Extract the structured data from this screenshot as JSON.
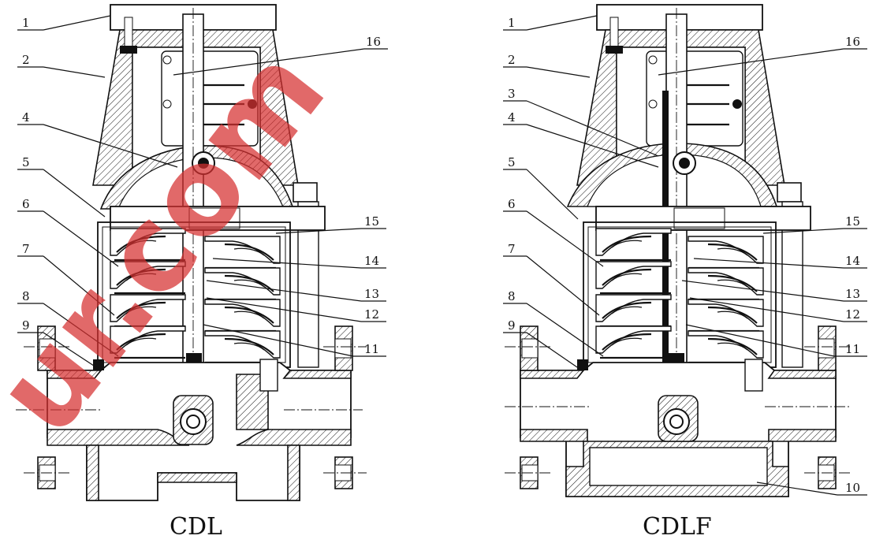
{
  "drawings": [
    {
      "caption": "CDL",
      "labels_left": [
        "1",
        "2",
        "4",
        "5",
        "6",
        "7",
        "8",
        "9"
      ],
      "labels_right": [
        "16",
        "15",
        "14",
        "13",
        "12",
        "11"
      ]
    },
    {
      "caption": "CDLF",
      "labels_left": [
        "1",
        "2",
        "3",
        "4",
        "5",
        "6",
        "7",
        "8",
        "9"
      ],
      "labels_right": [
        "16",
        "15",
        "14",
        "13",
        "12",
        "11",
        "10"
      ]
    }
  ],
  "watermark": "ur.com",
  "colors": {
    "line": "#111111",
    "watermark": "#d63030"
  }
}
